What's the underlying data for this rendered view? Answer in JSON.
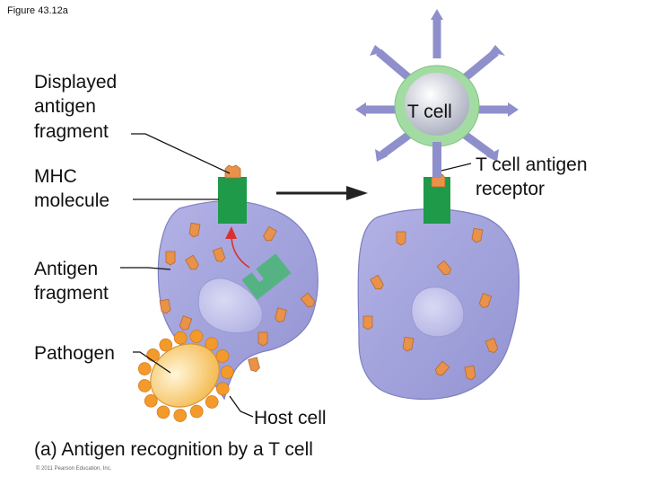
{
  "figure_number": "Figure 43.12a",
  "labels": {
    "displayed_antigen_fragment": "Displayed\nantigen\nfragment",
    "t_cell": "T cell",
    "t_cell_antigen_receptor": "T cell antigen\nreceptor",
    "mhc_molecule": "MHC\nmolecule",
    "antigen_fragment": "Antigen\nfragment",
    "pathogen": "Pathogen",
    "host_cell": "Host cell"
  },
  "caption": "(a) Antigen recognition by a T cell",
  "copyright": "© 2011 Pearson Education, Inc.",
  "colors": {
    "host_cell": "#a0a0dc",
    "nucleus": "#c6c6ec",
    "mhc": "#1e9a48",
    "mhc_inside": "#55b383",
    "fragment": "#e8924a",
    "pathogen_body": "#f6c467",
    "pathogen_spikes": "#f39a2a",
    "t_cell_halo": "#a3dca3",
    "t_cell_core": "#c9cdd8",
    "t_cell_spikes": "#8f8fcc",
    "arrow": "#222222",
    "red_arrow": "#d93030"
  }
}
